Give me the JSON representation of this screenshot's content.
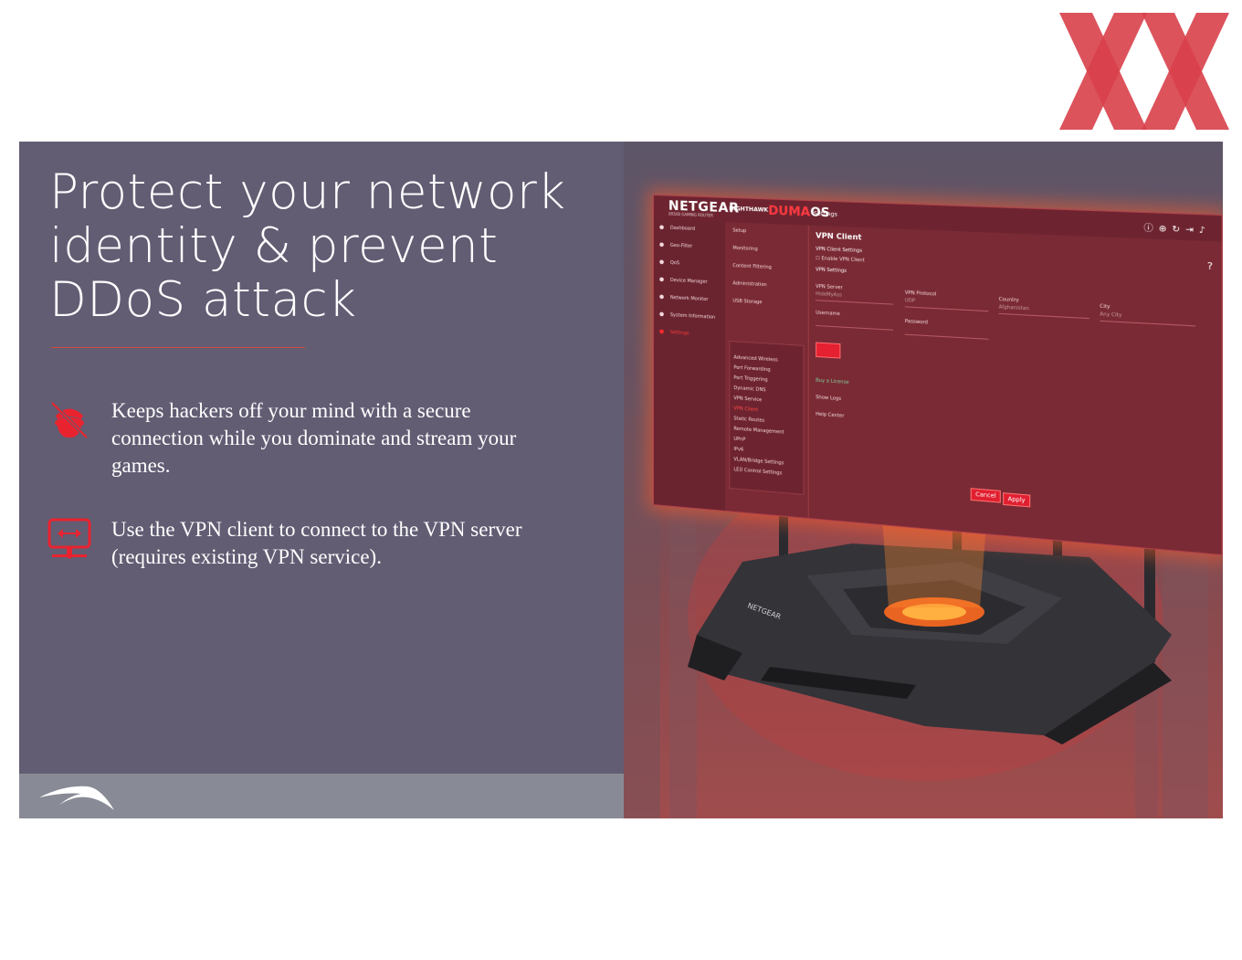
{
  "headline": "Protect your network identity & prevent DDoS attack",
  "bullets": [
    {
      "icon": "hacker-blocked-icon",
      "text": "Keeps hackers off your mind with a secure connection while you dominate and stream your games."
    },
    {
      "icon": "vpn-monitor-icon",
      "text": "Use the VPN client to connect to the VPN server (requires existing VPN service)."
    }
  ],
  "screen": {
    "brand": "NETGEAR",
    "brand_sub": "XR500 GAMING ROUTER",
    "nighthawk": "NIGHTHAWK",
    "os_a": "DUMA",
    "os_b": "OS",
    "settings": "Settings",
    "sidebar": [
      "Dashboard",
      "Geo-Filter",
      "QoS",
      "Device Manager",
      "Network Monitor",
      "System Information",
      "Settings"
    ],
    "menu": [
      "Setup",
      "Monitoring",
      "Content Filtering",
      "Administration",
      "USB Storage"
    ],
    "submenu": [
      "Advanced Wireless",
      "Port Forwarding",
      "Port Triggering",
      "Dynamic DNS",
      "VPN Service",
      "VPN Client",
      "Static Routes",
      "Remote Management",
      "UPnP",
      "IPv6",
      "VLAN/Bridge Settings",
      "LED Control Settings"
    ],
    "page_title": "VPN Client",
    "client_settings": "VPN Client Settings",
    "enable_label": "Enable VPN Client",
    "vpn_settings": "VPN Settings",
    "fields": {
      "server_label": "VPN Server",
      "server_value": "HideMyAss",
      "protocol_label": "VPN Protocol",
      "protocol_value": "UDP",
      "country_label": "Country",
      "country_value": "Afghanistan",
      "city_label": "City",
      "city_value": "Any City",
      "username_label": "Username",
      "password_label": "Password"
    },
    "buy_license": "Buy a License",
    "show_logs": "Show Logs",
    "help_center": "Help Center",
    "cancel": "Cancel",
    "apply": "Apply",
    "router_brand": "NETGEAR"
  }
}
